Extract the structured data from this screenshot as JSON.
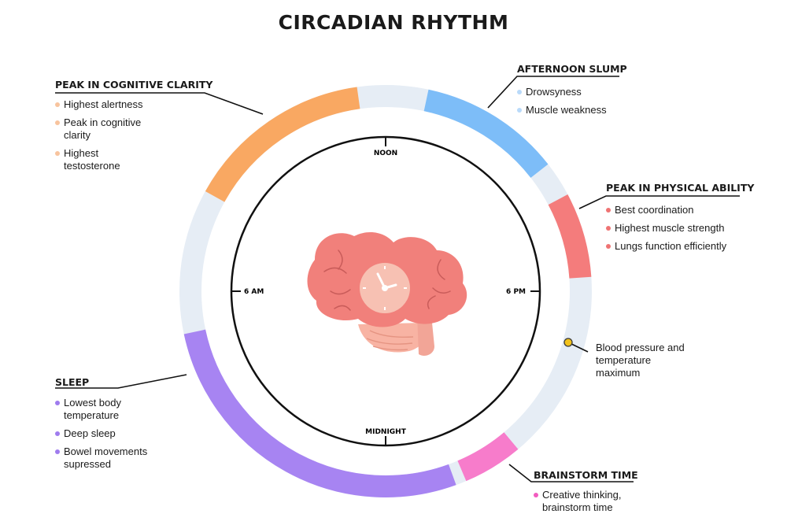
{
  "title": "CIRCADIAN RHYTHM",
  "clock_labels": {
    "noon": "NOON",
    "six_pm": "6 PM",
    "midnight": "MIDNIGHT",
    "six_am": "6 AM"
  },
  "phases": {
    "cognitive": {
      "heading": "PEAK IN COGNITIVE CLARITY",
      "color": "#f9a862",
      "dot_color": "#f8c49e",
      "items": [
        "Highest alertness",
        "Peak in cognitive clarity",
        "Highest testosterone"
      ]
    },
    "slump": {
      "heading": "AFTERNOON SLUMP",
      "color": "#7dbdf8",
      "dot_color": "#b9dafa",
      "items": [
        "Drowsyness",
        "Muscle weakness"
      ]
    },
    "physical": {
      "heading": "PEAK IN PHYSICAL ABILITY",
      "color": "#f47c7c",
      "dot_color": "#ef7373",
      "items": [
        "Best coordination",
        "Highest muscle strength",
        "Lungs function efficiently"
      ]
    },
    "blood_pressure": {
      "text": "Blood pressure and temperature maximum",
      "dot_color": "#f2c21a"
    },
    "brainstorm": {
      "heading": "BRAINSTORM TIME",
      "color": "#f77ccb",
      "dot_color": "#f25cbf",
      "items": [
        "Creative thinking, brainstorm time"
      ]
    },
    "sleep": {
      "heading": "SLEEP",
      "color": "#a784f2",
      "dot_color": "#9f7cee",
      "items": [
        "Lowest body temperature",
        "Deep sleep",
        "Bowel movements supressed"
      ]
    }
  },
  "colors": {
    "track": "#e6edf5",
    "brain": "#f1807b",
    "brain_dark": "#c95c5a",
    "cerebellum": "#f8b3a3",
    "clock_face": "#f7c1b3"
  },
  "icons": {
    "center": "brain-clock-icon"
  }
}
